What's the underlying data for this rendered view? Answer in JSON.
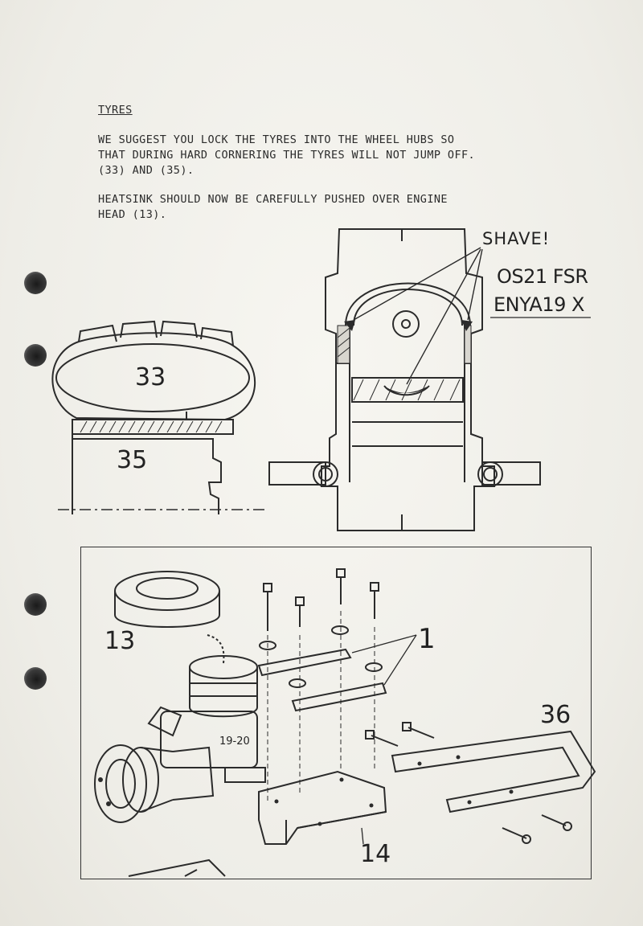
{
  "section": {
    "heading": "TYRES",
    "paragraph1": "WE SUGGEST YOU LOCK THE TYRES INTO THE WHEEL HUBS SO\nTHAT DURING HARD CORNERING THE TYRES WILL NOT JUMP OFF.\n(33) AND (35).",
    "paragraph2": "HEATSINK SHOULD NOW BE CAREFULLY PUSHED OVER ENGINE\nHEAD (13)."
  },
  "tyre_diagram": {
    "tyre_label": "33",
    "hub_label": "35"
  },
  "engine_diagram": {
    "callout": "SHAVE!",
    "engine_model_1": "OS21 FSR",
    "engine_model_2": "ENYA19 X"
  },
  "assembly_diagram": {
    "heatsink_label": "13",
    "bolts_label": "1",
    "mount_label": "14",
    "bracket_label": "36",
    "engine_tag": "19-20"
  }
}
